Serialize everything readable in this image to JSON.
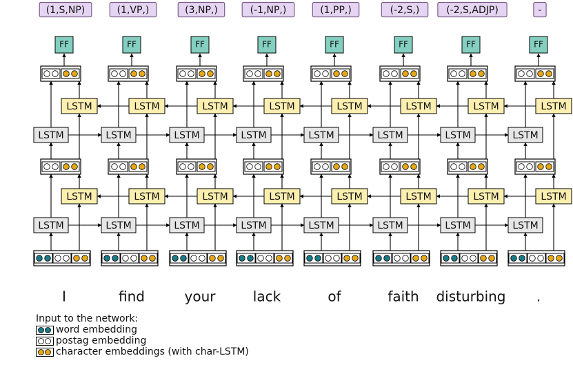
{
  "labels": [
    "(1,S,NP)",
    "(1,VP,)",
    "(3,NP,)",
    "(-1,NP,)",
    "(1,PP,)",
    "(-2,S,)",
    "(-2,S,ADJP)",
    "-"
  ],
  "words": [
    "I",
    "find",
    "your",
    "lack",
    "of",
    "faith",
    "disturbing",
    "."
  ],
  "ff_label": "FF",
  "lstm_label": "LSTM",
  "legend": {
    "title": "Input to the network:",
    "items": [
      {
        "icon": "word-embedding-icon",
        "text": "word embedding"
      },
      {
        "icon": "postag-embedding-icon",
        "text": "postag embedding"
      },
      {
        "icon": "character-embedding-icon",
        "text": "character embeddings (with char-LSTM)"
      }
    ]
  },
  "colors": {
    "label_fill": "#e6d5f2",
    "label_stroke": "#7a5c8a",
    "ff_fill": "#84cfc0",
    "lstm_forward_fill": "#e6e6e6",
    "lstm_backward_fill": "#fcefb0",
    "word_dot": "#1a7a86",
    "char_dot": "#e6a817"
  }
}
